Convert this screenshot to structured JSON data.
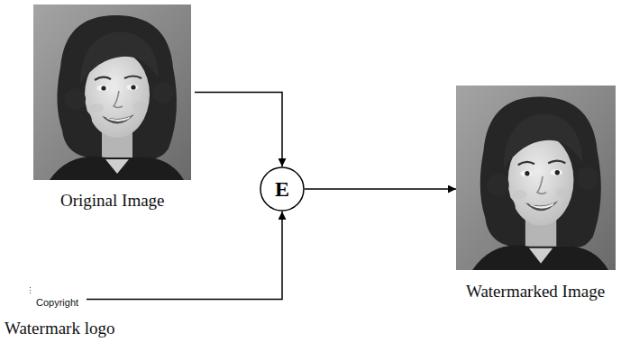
{
  "diagram": {
    "nodes": [
      {
        "text": [
          "Original Image"
        ]
      },
      {
        "text": [
          "Copyright",
          "Watermark logo"
        ]
      },
      {
        "text": [
          "E"
        ]
      },
      {
        "text": [
          "Watermarked Image"
        ]
      }
    ],
    "edges": [
      {
        "from": 0,
        "to": 2,
        "arrow": "to"
      },
      {
        "from": 1,
        "to": 2,
        "arrow": "to"
      },
      {
        "from": 2,
        "to": 3,
        "arrow": "to"
      }
    ]
  }
}
